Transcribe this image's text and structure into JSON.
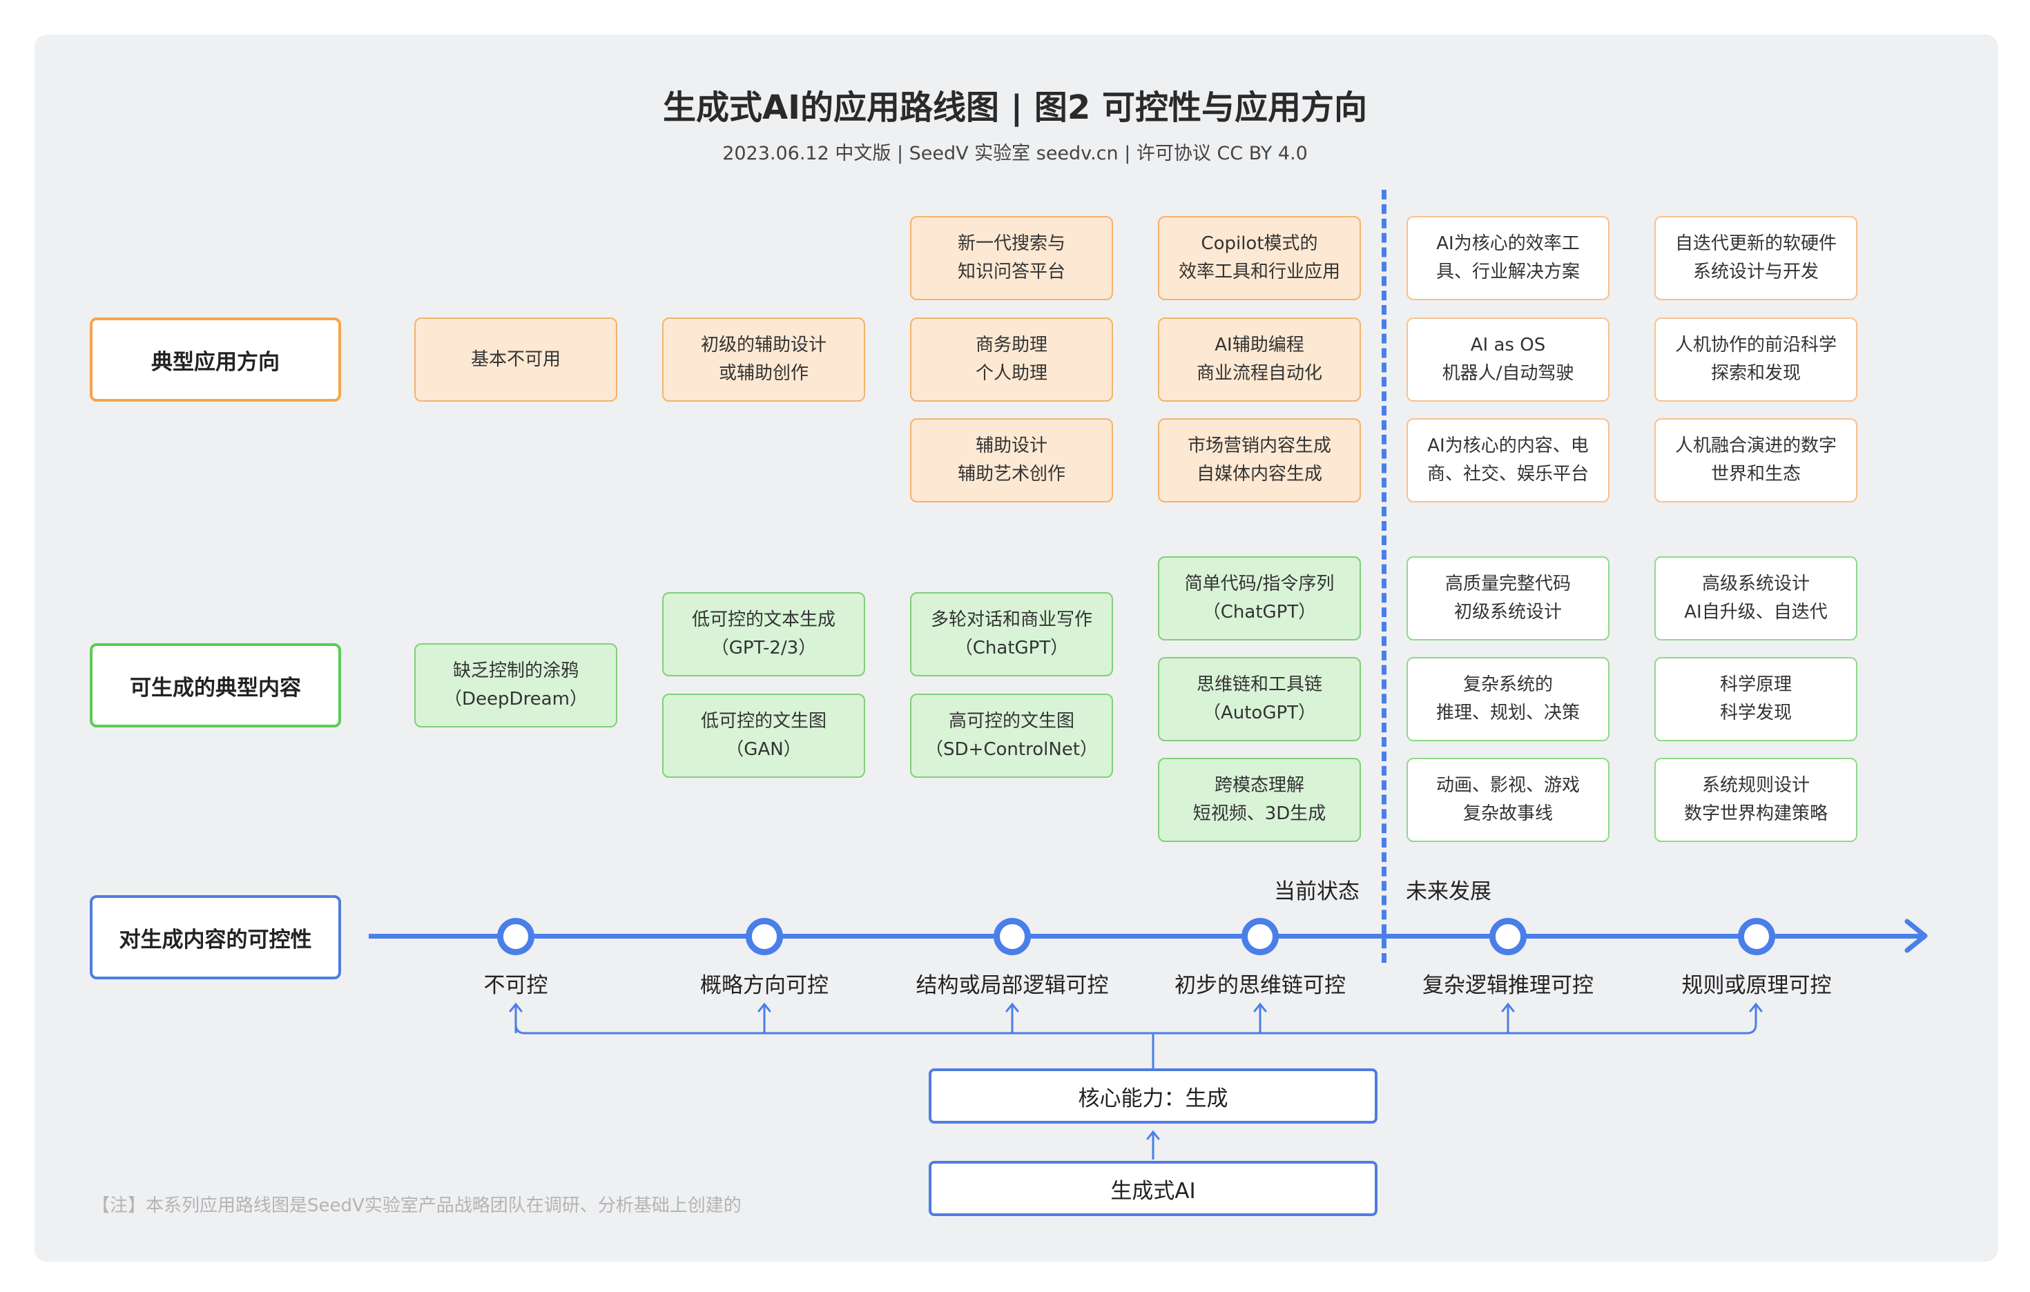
{
  "title": "生成式AI的应用路线图 | 图2 可控性与应用方向",
  "subtitle": "2023.06.12 中文版 | SeedV 实验室 seedv.cn | 许可协议 CC BY 4.0",
  "row_labels": {
    "applications": "典型应用方向",
    "contents": "可生成的典型内容",
    "controllability": "对生成内容的可控性"
  },
  "applications": {
    "col1": [
      "基本不可用"
    ],
    "col2": [
      "初级的辅助设计\n或辅助创作"
    ],
    "col3": [
      "新一代搜索与\n知识问答平台",
      "商务助理\n个人助理",
      "辅助设计\n辅助艺术创作"
    ],
    "col4": [
      "Copilot模式的\n效率工具和行业应用",
      "AI辅助编程\n商业流程自动化",
      "市场营销内容生成\n自媒体内容生成"
    ],
    "col5": [
      "AI为核心的效率工\n具、行业解决方案",
      "AI as OS\n机器人/自动驾驶",
      "AI为核心的内容、电\n商、社交、娱乐平台"
    ],
    "col6": [
      "自迭代更新的软硬件\n系统设计与开发",
      "人机协作的前沿科学\n探索和发现",
      "人机融合演进的数字\n世界和生态"
    ]
  },
  "contents": {
    "col1": [
      "缺乏控制的涂鸦\n（DeepDream）"
    ],
    "col2": [
      "低可控的文本生成\n（GPT-2/3）",
      "低可控的文生图\n（GAN）"
    ],
    "col3": [
      "多轮对话和商业写作\n（ChatGPT）",
      "高可控的文生图\n（SD+ControlNet）"
    ],
    "col4": [
      "简单代码/指令序列\n（ChatGPT）",
      "思维链和工具链\n（AutoGPT）",
      "跨模态理解\n短视频、3D生成"
    ],
    "col5": [
      "高质量完整代码\n初级系统设计",
      "复杂系统的\n推理、规划、决策",
      "动画、影视、游戏\n复杂故事线"
    ],
    "col6": [
      "高级系统设计\nAI自升级、自迭代",
      "科学原理\n科学发现",
      "系统规则设计\n数字世界构建策略"
    ]
  },
  "controllability_levels": [
    "不可控",
    "概略方向可控",
    "结构或局部逻辑可控",
    "初步的思维链可控",
    "复杂逻辑推理可控",
    "规则或原理可控"
  ],
  "states": {
    "current": "当前状态",
    "future": "未来发展"
  },
  "core": {
    "capability": "核心能力：生成",
    "base": "生成式AI"
  },
  "note": "【注】本系列应用路线图是SeedV实验室产品战略团队在调研、分析基础上创建的",
  "colors": {
    "applications_fill": "#fde8d3",
    "applications_border": "#f5b26b",
    "contents_fill": "#d9f3d7",
    "contents_border": "#7fd079",
    "future_fill": "#ffffff",
    "axis": "#4a7ee8"
  }
}
